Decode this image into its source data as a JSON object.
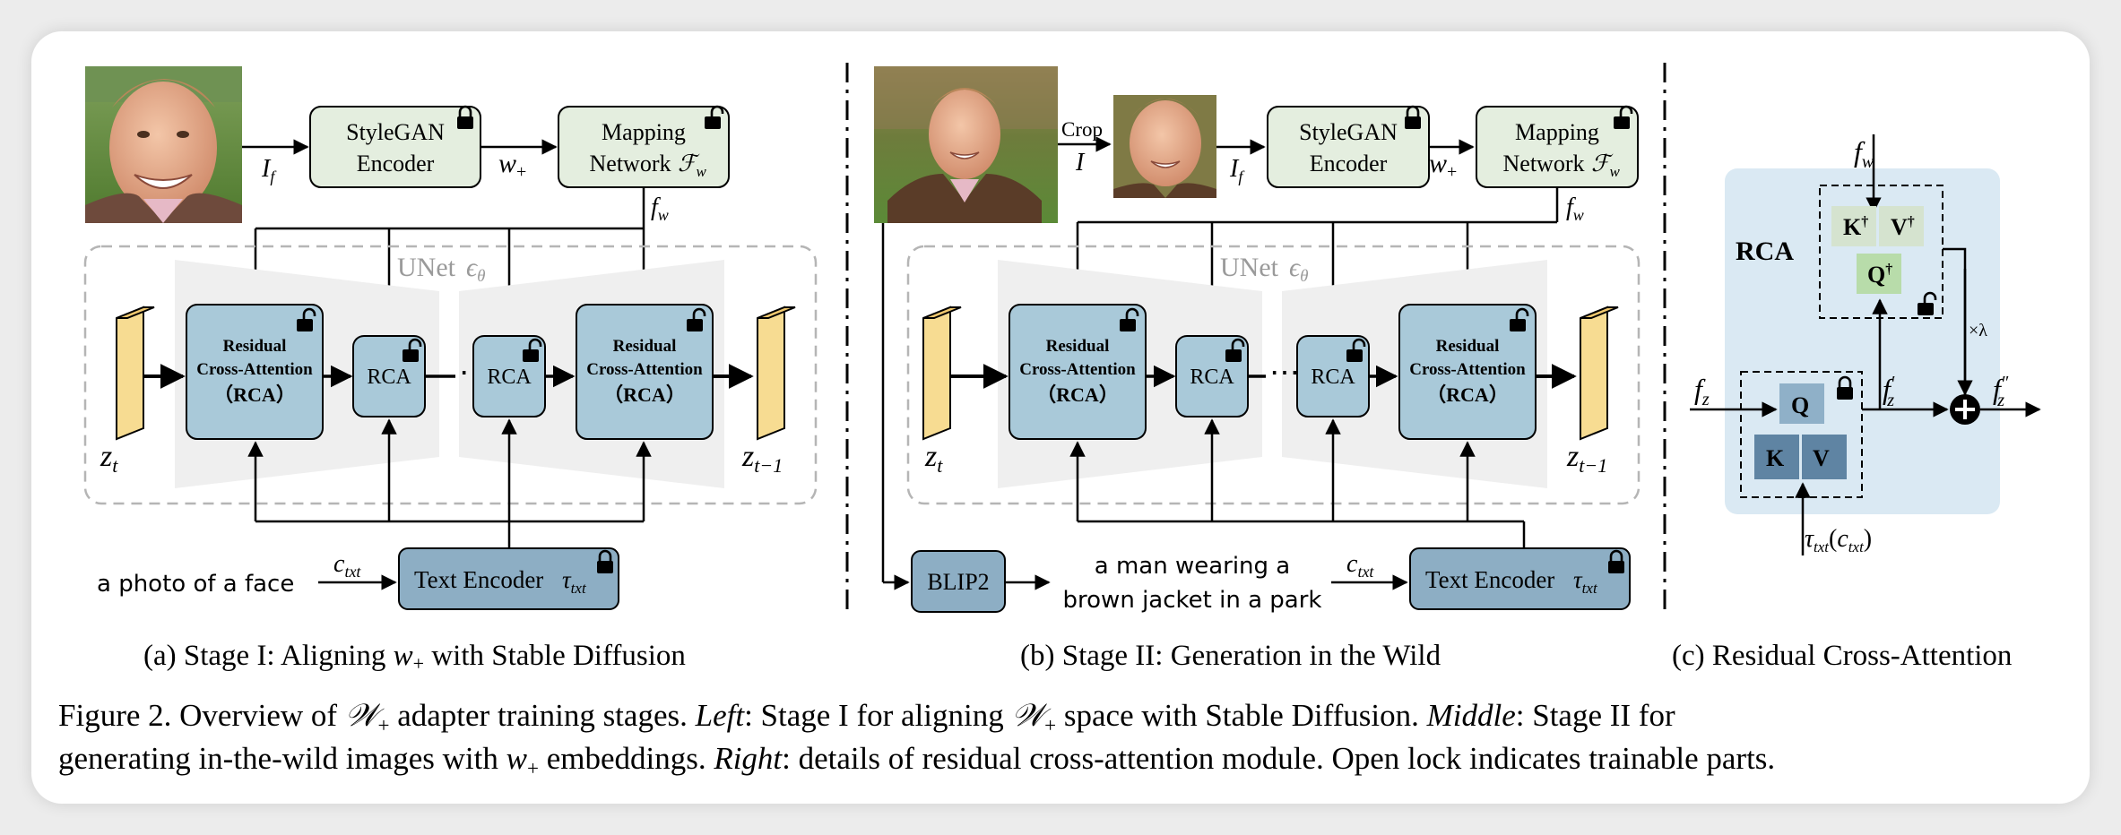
{
  "figure": {
    "caption_label": "Figure 2.",
    "caption_line1_a": "Overview of ",
    "caption_line1_b": " adapter training stages. ",
    "caption_left_label": "Left",
    "caption_line1_c": ": Stage I for aligning ",
    "caption_line1_d": " space with Stable Diffusion. ",
    "caption_middle_label": "Middle",
    "caption_line1_e": ": Stage II for",
    "caption_line2_a": "generating in-the-wild images with ",
    "caption_line2_b": " embeddings. ",
    "caption_right_label": "Right",
    "caption_line2_c": ": details of residual cross-attention module. Open lock indicates trainable parts.",
    "W_plus": "𝒲",
    "w_plus": "w"
  },
  "panel_a": {
    "sub_caption_a": "(a) Stage I: Aligning ",
    "sub_caption_b": " with Stable Diffusion",
    "stylegan_line1": "StyleGAN",
    "stylegan_line2": "Encoder",
    "mapping_line1": "Mapping",
    "mapping_line2": "Network ",
    "unet_label": "UNet ",
    "rca_big_line1": "Residual",
    "rca_big_line2": "Cross-Attention",
    "rca_big_line3": "（RCA）",
    "rca_small": "RCA",
    "ellipsis": "⋯",
    "text_encoder": "Text Encoder ",
    "prompt": "a photo of a face"
  },
  "panel_b": {
    "sub_caption": "(b) Stage II: Generation in the Wild",
    "crop": "Crop",
    "crop_I": "I",
    "stylegan_line1": "StyleGAN",
    "stylegan_line2": "Encoder",
    "mapping_line1": "Mapping",
    "mapping_line2": "Network ",
    "unet_label": "UNet ",
    "rca_big_line1": "Residual",
    "rca_big_line2": "Cross-Attention",
    "rca_big_line3": "（RCA）",
    "rca_small": "RCA",
    "ellipsis": "⋯",
    "blip": "BLIP2",
    "prompt_line1": "a man wearing a",
    "prompt_line2": "brown jacket in a park",
    "text_encoder": "Text Encoder "
  },
  "panel_c": {
    "sub_caption": "(c) Residual Cross-Attention",
    "rca_label": "RCA",
    "k_dag": "K",
    "v_dag": "V",
    "q_dag": "Q",
    "dagger": "†",
    "q": "Q",
    "k": "K",
    "v": "V",
    "times_lambda": "×λ"
  },
  "colors": {
    "encoder_fill": "#e4eedf",
    "rca_fill": "#a9c9d9",
    "text_encoder_fill": "#8daec4",
    "latent_fill": "#f7dc92",
    "trapezoid": "#efefef",
    "panel_c_bg": "#dae9f3",
    "q_fill": "#8fb0c8",
    "kv_fill": "#5f84a3",
    "qdag_fill": "#b8dcaa",
    "kdag_fill": "#d5e3cf"
  }
}
